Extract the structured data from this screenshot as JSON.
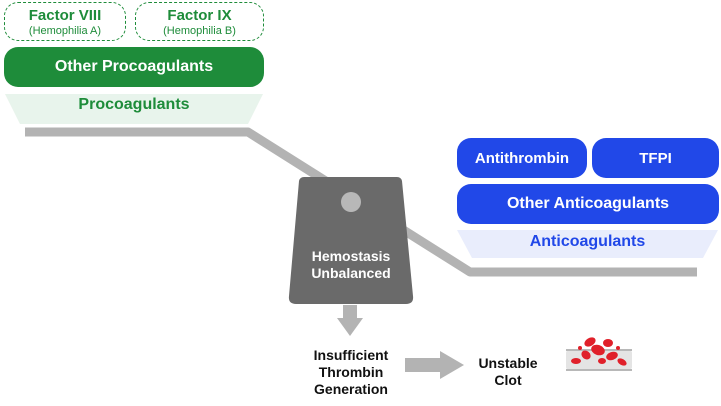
{
  "procoagulants": {
    "factor8": {
      "title": "Factor VIII",
      "sub": "(Hemophilia A)"
    },
    "factor9": {
      "title": "Factor IX",
      "sub": "(Hemophilia B)"
    },
    "other": "Other Procoagulants",
    "label": "Procoagulants"
  },
  "anticoagulants": {
    "antithrombin": "Antithrombin",
    "tfpi": "TFPI",
    "other": "Other Anticoagulants",
    "label": "Anticoagulants"
  },
  "scale": {
    "line1": "Hemostasis",
    "line2": "Unbalanced"
  },
  "outcome": {
    "thrombin": [
      "Insufficient",
      "Thrombin",
      "Generation"
    ],
    "clot": [
      "Unstable",
      "Clot"
    ]
  },
  "colors": {
    "green": "#1e8c3a",
    "blue": "#2148e8",
    "grey": "#b3b3b3",
    "scale_body": "#6a6a6a",
    "clot_red": "#e0202a"
  }
}
